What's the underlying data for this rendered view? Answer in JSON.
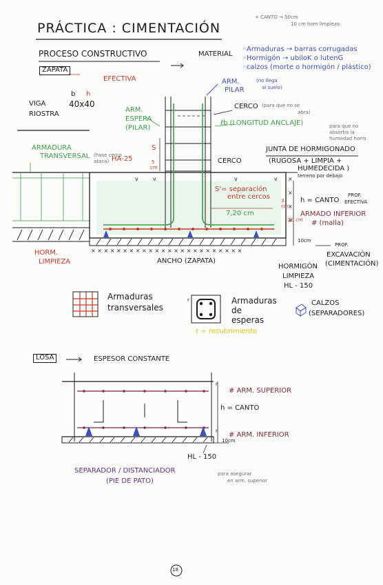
{
  "page_number": "18",
  "header_note": {
    "line1": "+ CANTO → 50cm",
    "line2": "10 cm hom limpieza"
  },
  "title": "PRÁCTICA : CIMENTACIÓN",
  "process": "PROCESO CONSTRUCTIVO",
  "material": {
    "label": "MATERIAL",
    "items": [
      "◦Armaduras → barras corrugadas",
      "◦Hormigón → ubiloK o lutenG",
      "◦calzos (morte o hormigón / plástico)"
    ]
  },
  "zapata": {
    "tag": "ZAPATA",
    "efectiva": "EFECTIVA",
    "viga_riostra": [
      "VIGA",
      "RIOSTRA"
    ],
    "dims_b": "b",
    "dims_h": "h",
    "dims_val": "40x40",
    "arm_pilar": [
      "ARM.",
      "PILAR"
    ],
    "no_llega": [
      "(no llega",
      "al suelo)"
    ],
    "arm_espera": [
      "ARM.",
      "ESPERA",
      "(PILAR)"
    ],
    "cerco": "CERCO",
    "cerco_note": [
      "(para que no se",
      "abra)"
    ],
    "lb": "ℓb (LONGITUD ANCLAJE)",
    "lb_note": [
      "para que no",
      "absorba la",
      "humedad horm."
    ],
    "s": "S",
    "cm5": [
      "5",
      "cm"
    ],
    "junta": "JUNTA DE HORMIGONADO",
    "junta_note": [
      "(RUGOSA + LIMPIA +",
      "HUMEDECIDA )"
    ],
    "armadura_transversal": [
      "ARMADURA",
      "TRANSVERSAL"
    ],
    "ha25": "HA-25",
    "hase_cerco": [
      "(hase cerco",
      "ataca)"
    ],
    "cerco2": "CERCO",
    "terreno": "terreno por debajo",
    "separacion": [
      "S'= separación",
      "entre cercos"
    ],
    "dist": "7,20 cm",
    "h_canto": "h = CANTO",
    "prof_efectiva": [
      "PROF.",
      "EFECTIVA"
    ],
    "armado_inferior": [
      "ARMADO INFERIOR",
      "# (malla)"
    ],
    "cm3": [
      "3",
      "cm"
    ],
    "cm20": "20 cm",
    "cm10": "10cm",
    "prof_exc": [
      "PROF.",
      "EXCAVACIÓN",
      "(CIMENTACIÓN)"
    ],
    "horm_limpieza_left": [
      "HORM.",
      "LIMPIEZA"
    ],
    "ancho": "ANCHO (ZAPATA)",
    "horm_limpieza": [
      "HORMIGÓN",
      "LIMPIEZA",
      "HL - 150"
    ]
  },
  "legend": {
    "transversales": [
      "Armaduras",
      "transversales"
    ],
    "esperas": [
      "Armaduras",
      "de",
      "esperas"
    ],
    "calzos": [
      "CALZOS",
      "(SEPARADORES)"
    ],
    "r_label": "r",
    "recubrimiento": "r = recubrimiento"
  },
  "losa": {
    "tag": "LOSA",
    "espesor": "ESPESOR CONSTANTE",
    "arm_superior": "# ARM. SUPERIOR",
    "h_canto": "h = CANTO",
    "arm_inferior": "# ARM. INFERIOR",
    "cm10": "10cm",
    "hl150": "HL - 150",
    "r1": "r",
    "r2": "r",
    "separador": "SEPARADOR / DISTANCIADOR",
    "pie_pato": "(PIE DE PATO)",
    "para_asegurar": [
      "para asegurar",
      "en arm. superior"
    ]
  }
}
